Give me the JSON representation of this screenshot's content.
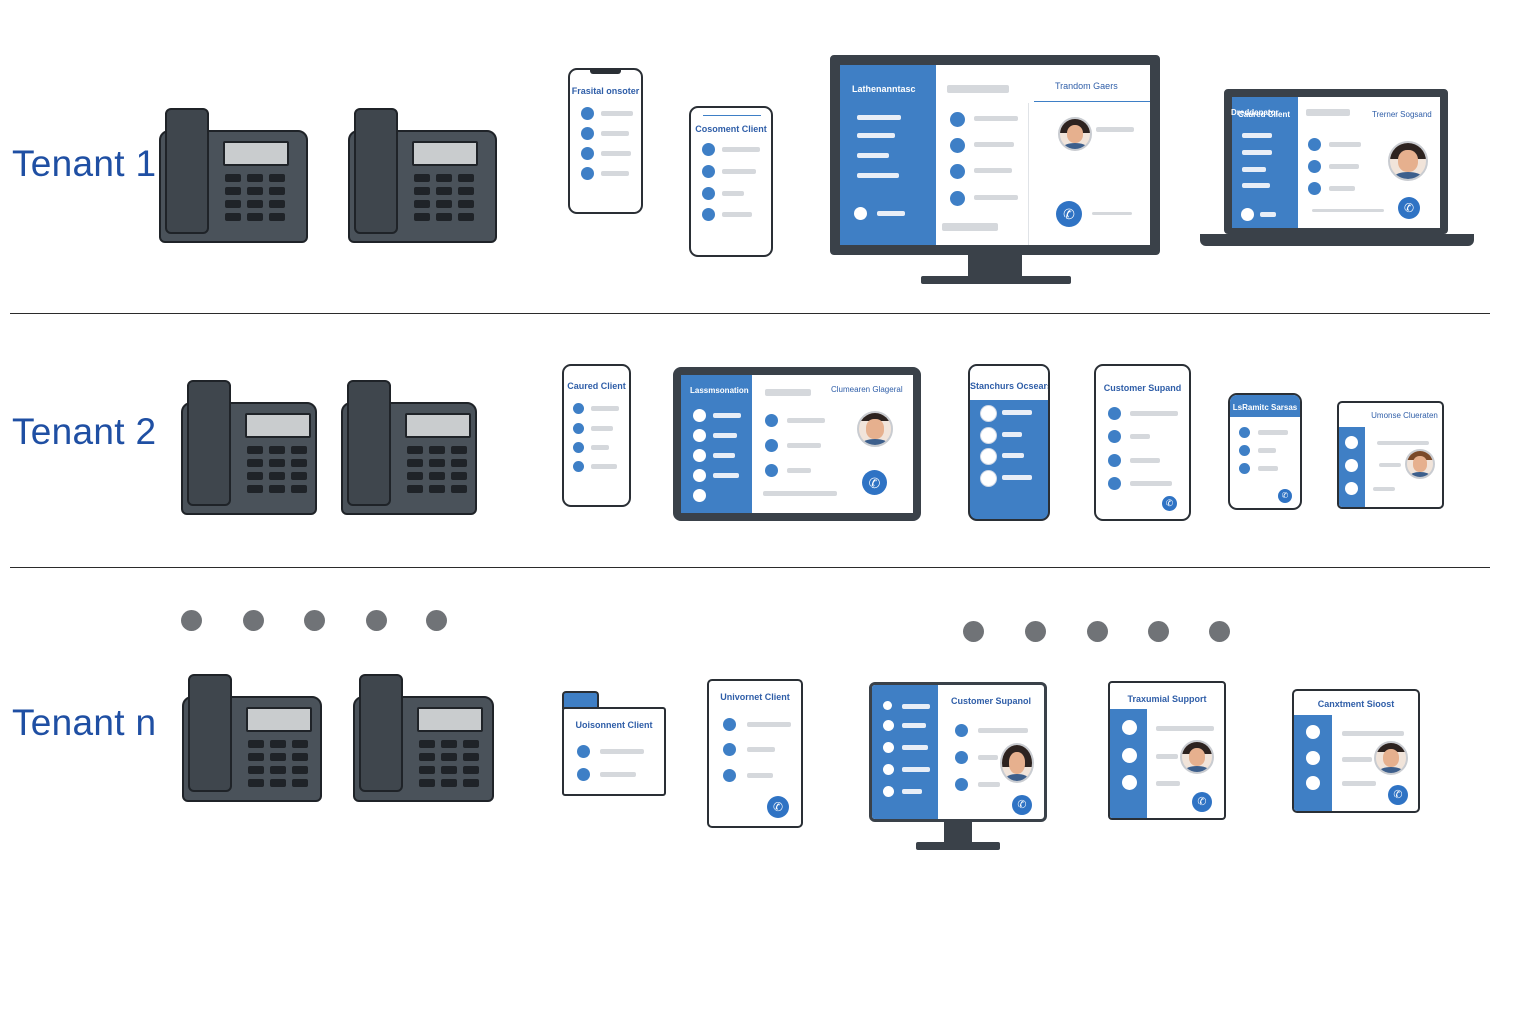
{
  "tenants": [
    {
      "label": "Tenant 1",
      "devices": [
        {
          "title": "Frasital onsoter"
        },
        {
          "title": "Cosoment Client"
        },
        {
          "title": "Lathenanntasc",
          "title2": "Trandom Gaers"
        },
        {
          "title": "Dreddenator",
          "title2": "Trerner Sogsand"
        }
      ]
    },
    {
      "label": "Tenant 2",
      "devices": [
        {
          "title": "Caured Client"
        },
        {
          "title": "Lassmsonation",
          "title2": "Clumearen Glageral"
        },
        {
          "title": "Stanchurs Ocsears"
        },
        {
          "title": "Customer Supand"
        },
        {
          "title": "LsRamitc Sarsas"
        },
        {
          "title": "Umonse Clueraten"
        }
      ]
    },
    {
      "label": "Tenant n",
      "devices": [
        {
          "title": "Uoisonnent Client"
        },
        {
          "title": "Univornet Client"
        },
        {
          "title": "Customer Supanol"
        },
        {
          "title": "Traxumial Support"
        },
        {
          "title": "Canxtment Sioost"
        }
      ]
    }
  ],
  "icons": {
    "call": "phone-call-icon",
    "deskphone": "desk-phone-icon"
  },
  "colors": {
    "label": "#1f4fa3",
    "accent": "#3f7fc5",
    "device_frame": "#2a2f35",
    "ellipsis": "#707377"
  }
}
